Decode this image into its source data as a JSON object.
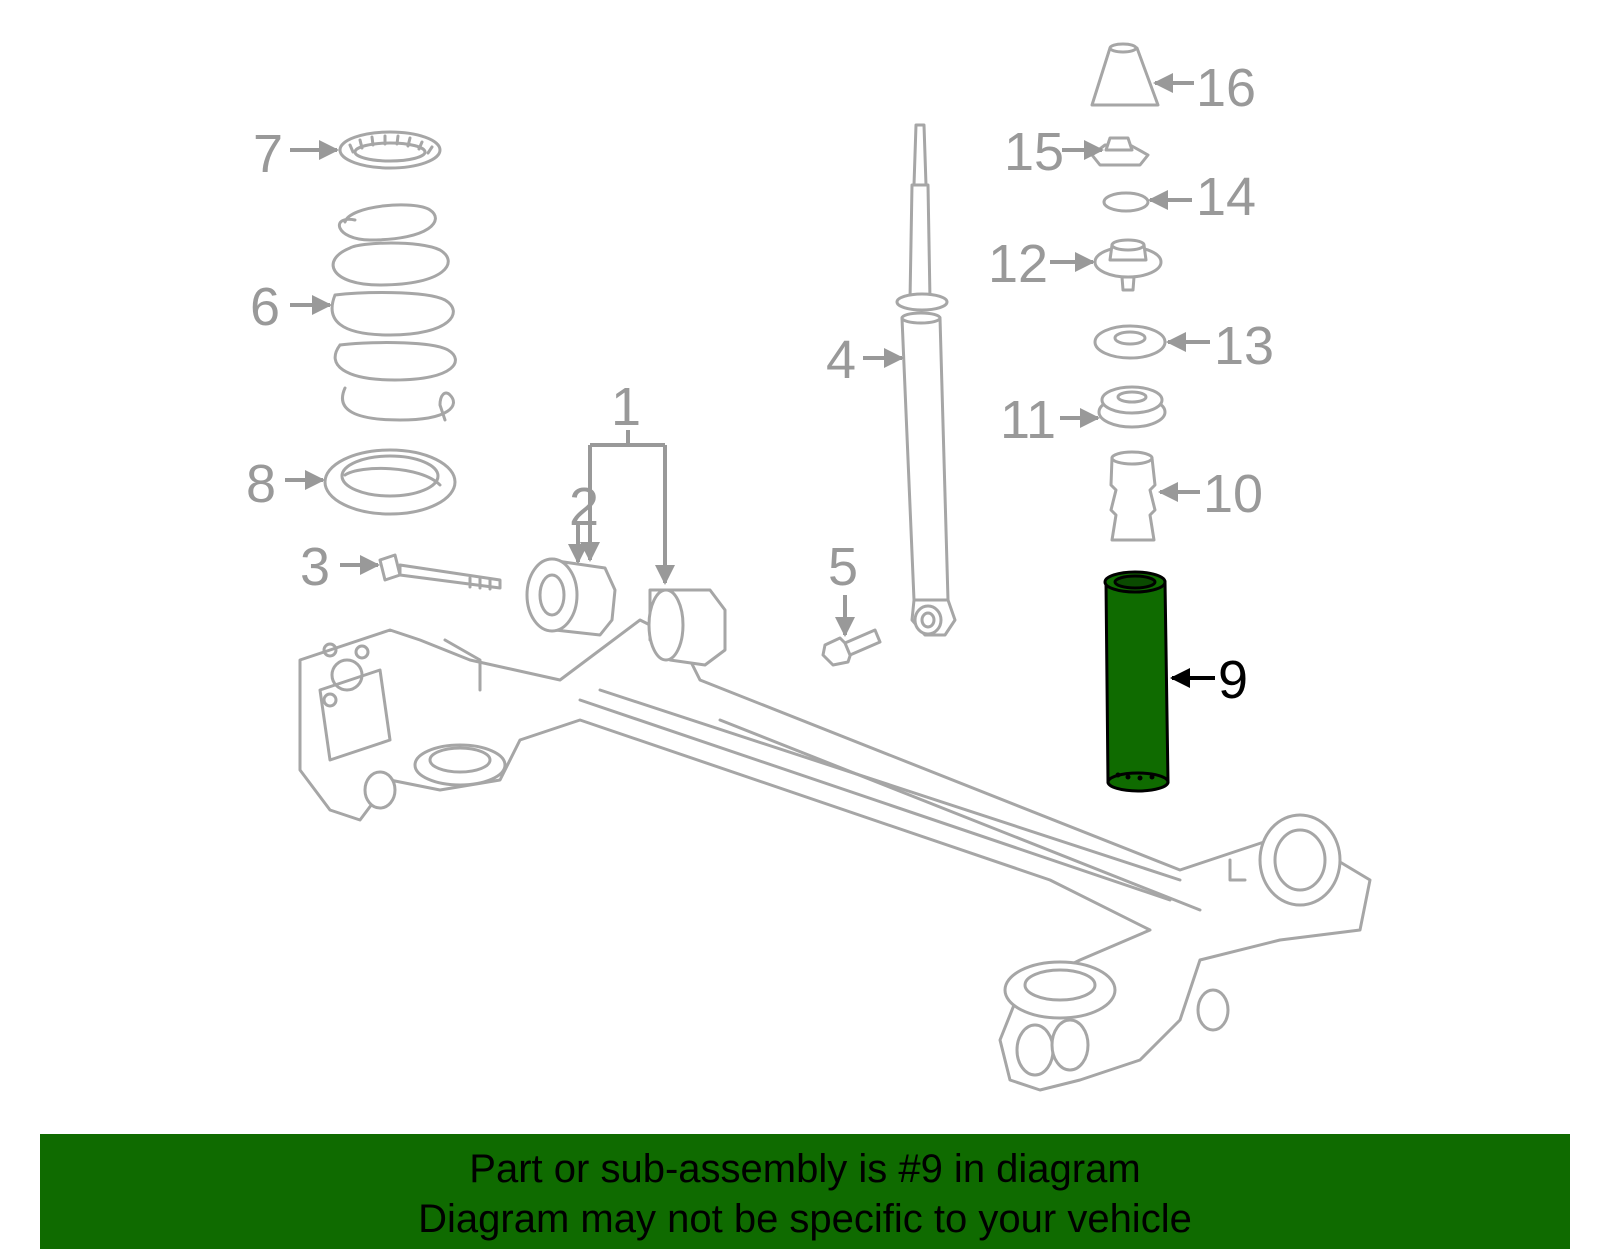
{
  "highlight_color": "#0f6b00",
  "callouts": {
    "c1": "1",
    "c2": "2",
    "c3": "3",
    "c4": "4",
    "c5": "5",
    "c6": "6",
    "c7": "7",
    "c8": "8",
    "c9": "9",
    "c10": "10",
    "c11": "11",
    "c12": "12",
    "c13": "13",
    "c14": "14",
    "c15": "15",
    "c16": "16"
  },
  "banner": {
    "line1": "Part or sub-assembly is #9 in diagram",
    "line2": "Diagram may not be specific to your vehicle"
  }
}
